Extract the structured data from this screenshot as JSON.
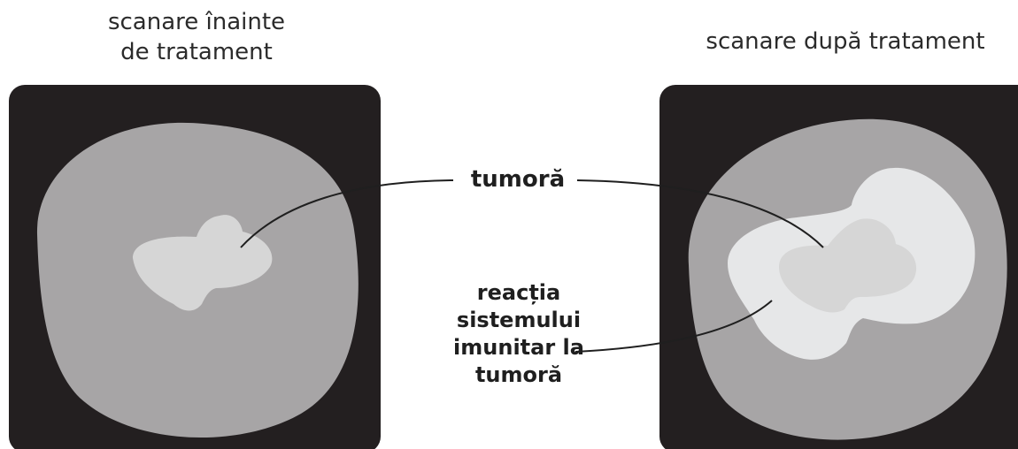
{
  "captions": {
    "before_line1": "scanare înainte",
    "before_line2": "de tratament",
    "after": "scanare după tratament"
  },
  "labels": {
    "tumor": "tumoră",
    "immune_line1": "reacția",
    "immune_line2": "sistemului",
    "immune_line3": "imunitar la",
    "immune_line4": "tumoră"
  },
  "colors": {
    "panel": "#231f20",
    "tissue": "#a7a5a6",
    "tumor": "#d6d6d6",
    "immune_reaction": "#e6e7e8",
    "leader_line": "#1f1f1f"
  }
}
